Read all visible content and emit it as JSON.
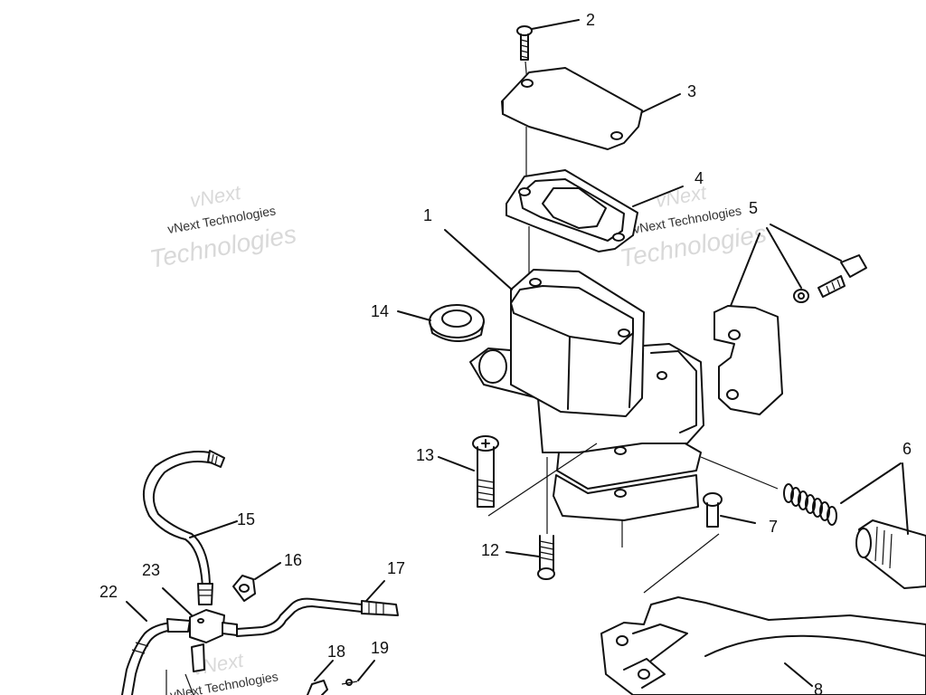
{
  "callouts": [
    {
      "id": "c1",
      "text": "1"
    },
    {
      "id": "c2",
      "text": "2"
    },
    {
      "id": "c3",
      "text": "3"
    },
    {
      "id": "c4",
      "text": "4"
    },
    {
      "id": "c5",
      "text": "5"
    },
    {
      "id": "c6",
      "text": "6"
    },
    {
      "id": "c7",
      "text": "7"
    },
    {
      "id": "c8",
      "text": "8"
    },
    {
      "id": "c12",
      "text": "12"
    },
    {
      "id": "c13",
      "text": "13"
    },
    {
      "id": "c14",
      "text": "14"
    },
    {
      "id": "c15",
      "text": "15"
    },
    {
      "id": "c16",
      "text": "16"
    },
    {
      "id": "c17",
      "text": "17"
    },
    {
      "id": "c18",
      "text": "18"
    },
    {
      "id": "c19",
      "text": "19"
    },
    {
      "id": "c22",
      "text": "22"
    },
    {
      "id": "c23",
      "text": "23"
    }
  ],
  "watermark": {
    "line1": "vNext",
    "line2": "vNext Technologies",
    "line3": "Technologies"
  },
  "colors": {
    "ink": "#111111",
    "watermark": "#d9d9d9",
    "background": "#ffffff"
  }
}
